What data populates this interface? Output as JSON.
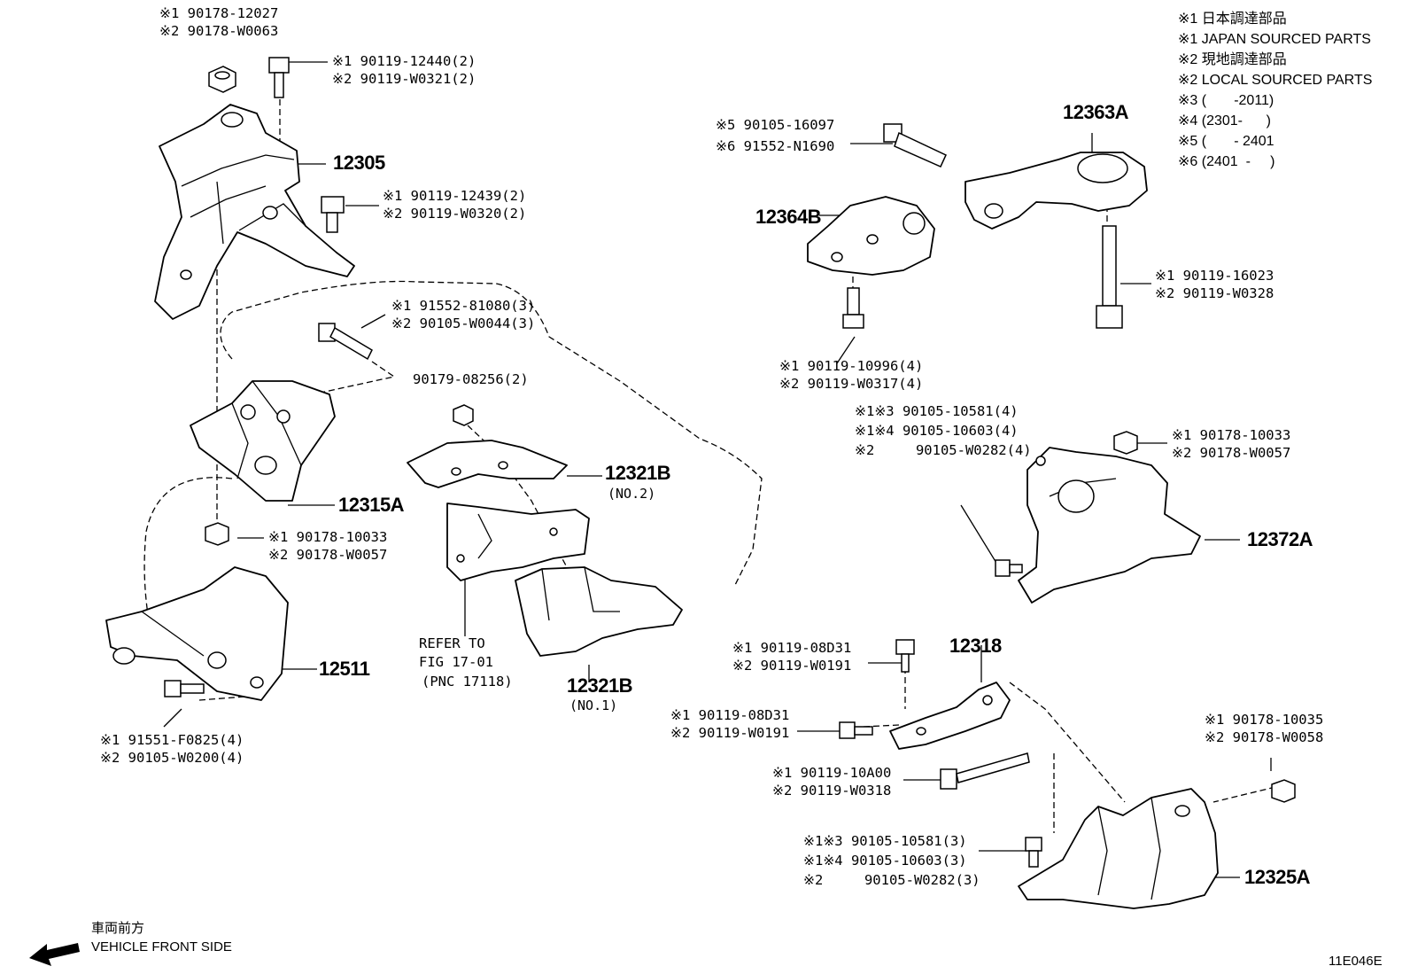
{
  "diagram_id": "11E046E",
  "legend": {
    "lines": [
      "※1 日本調達部品",
      "※1 JAPAN SOURCED PARTS",
      "※2 現地調達部品",
      "※2 LOCAL SOURCED PARTS",
      "※3 (       -2011)",
      "※4 (2301-      )",
      "※5 (       - 2401",
      "※6 (2401  -     )"
    ]
  },
  "front_direction": {
    "jp": "車両前方",
    "en": "VEHICLE FRONT SIDE"
  },
  "refer": {
    "line1": "REFER TO",
    "line2": "FIG 17-01",
    "line3": "(PNC 17118)"
  },
  "part_numbers": {
    "p12305": "12305",
    "p12315A": "12315A",
    "p12511": "12511",
    "p12321B_no2": "12321B",
    "p12321B_no2_sub": "(NO.2)",
    "p12321B_no1": "12321B",
    "p12321B_no1_sub": "(NO.1)",
    "p12363A": "12363A",
    "p12364B": "12364B",
    "p12372A": "12372A",
    "p12318": "12318",
    "p12325A": "12325A"
  },
  "callouts": {
    "c_nut_top": [
      "※1 90178-12027",
      "※2 90178-W0063"
    ],
    "c_bolt_top": [
      "※1 90119-12440(2)",
      "※2 90119-W0321(2)"
    ],
    "c_bolt_mid": [
      "※1 90119-12439(2)",
      "※2 90119-W0320(2)"
    ],
    "c_bolt_long": [
      "※1 91552-81080(3)",
      "※2 90105-W0044(3)"
    ],
    "c_nut_small": [
      "90179-08256(2)"
    ],
    "c_nut_left": [
      "※1 90178-10033",
      "※2 90178-W0057"
    ],
    "c_bolt_bottom": [
      "※1 91551-F0825(4)",
      "※2 90105-W0200(4)"
    ],
    "c_bolt_5_6": [
      "※5 90105-16097",
      "※6 91552-N1690"
    ],
    "c_bolt_right": [
      "※1 90119-16023",
      "※2 90119-W0328"
    ],
    "c_bolt_12364": [
      "※1 90119-10996(4)",
      "※2 90119-W0317(4)"
    ],
    "c_bolt_12372": [
      "※1※3 90105-10581(4)",
      "※1※4 90105-10603(4)",
      "※2     90105-W0282(4)"
    ],
    "c_nut_12372": [
      "※1 90178-10033",
      "※2 90178-W0057"
    ],
    "c_bolt_12318_a": [
      "※1 90119-08D31",
      "※2 90119-W0191"
    ],
    "c_bolt_12318_b": [
      "※1 90119-08D31",
      "※2 90119-W0191"
    ],
    "c_bolt_long_b": [
      "※1 90119-10A00",
      "※2 90119-W0318"
    ],
    "c_nut_12325": [
      "※1 90178-10035",
      "※2 90178-W0058"
    ],
    "c_bolt_12325": [
      "※1※3 90105-10581(3)",
      "※1※4 90105-10603(3)",
      "※2     90105-W0282(3)"
    ]
  }
}
